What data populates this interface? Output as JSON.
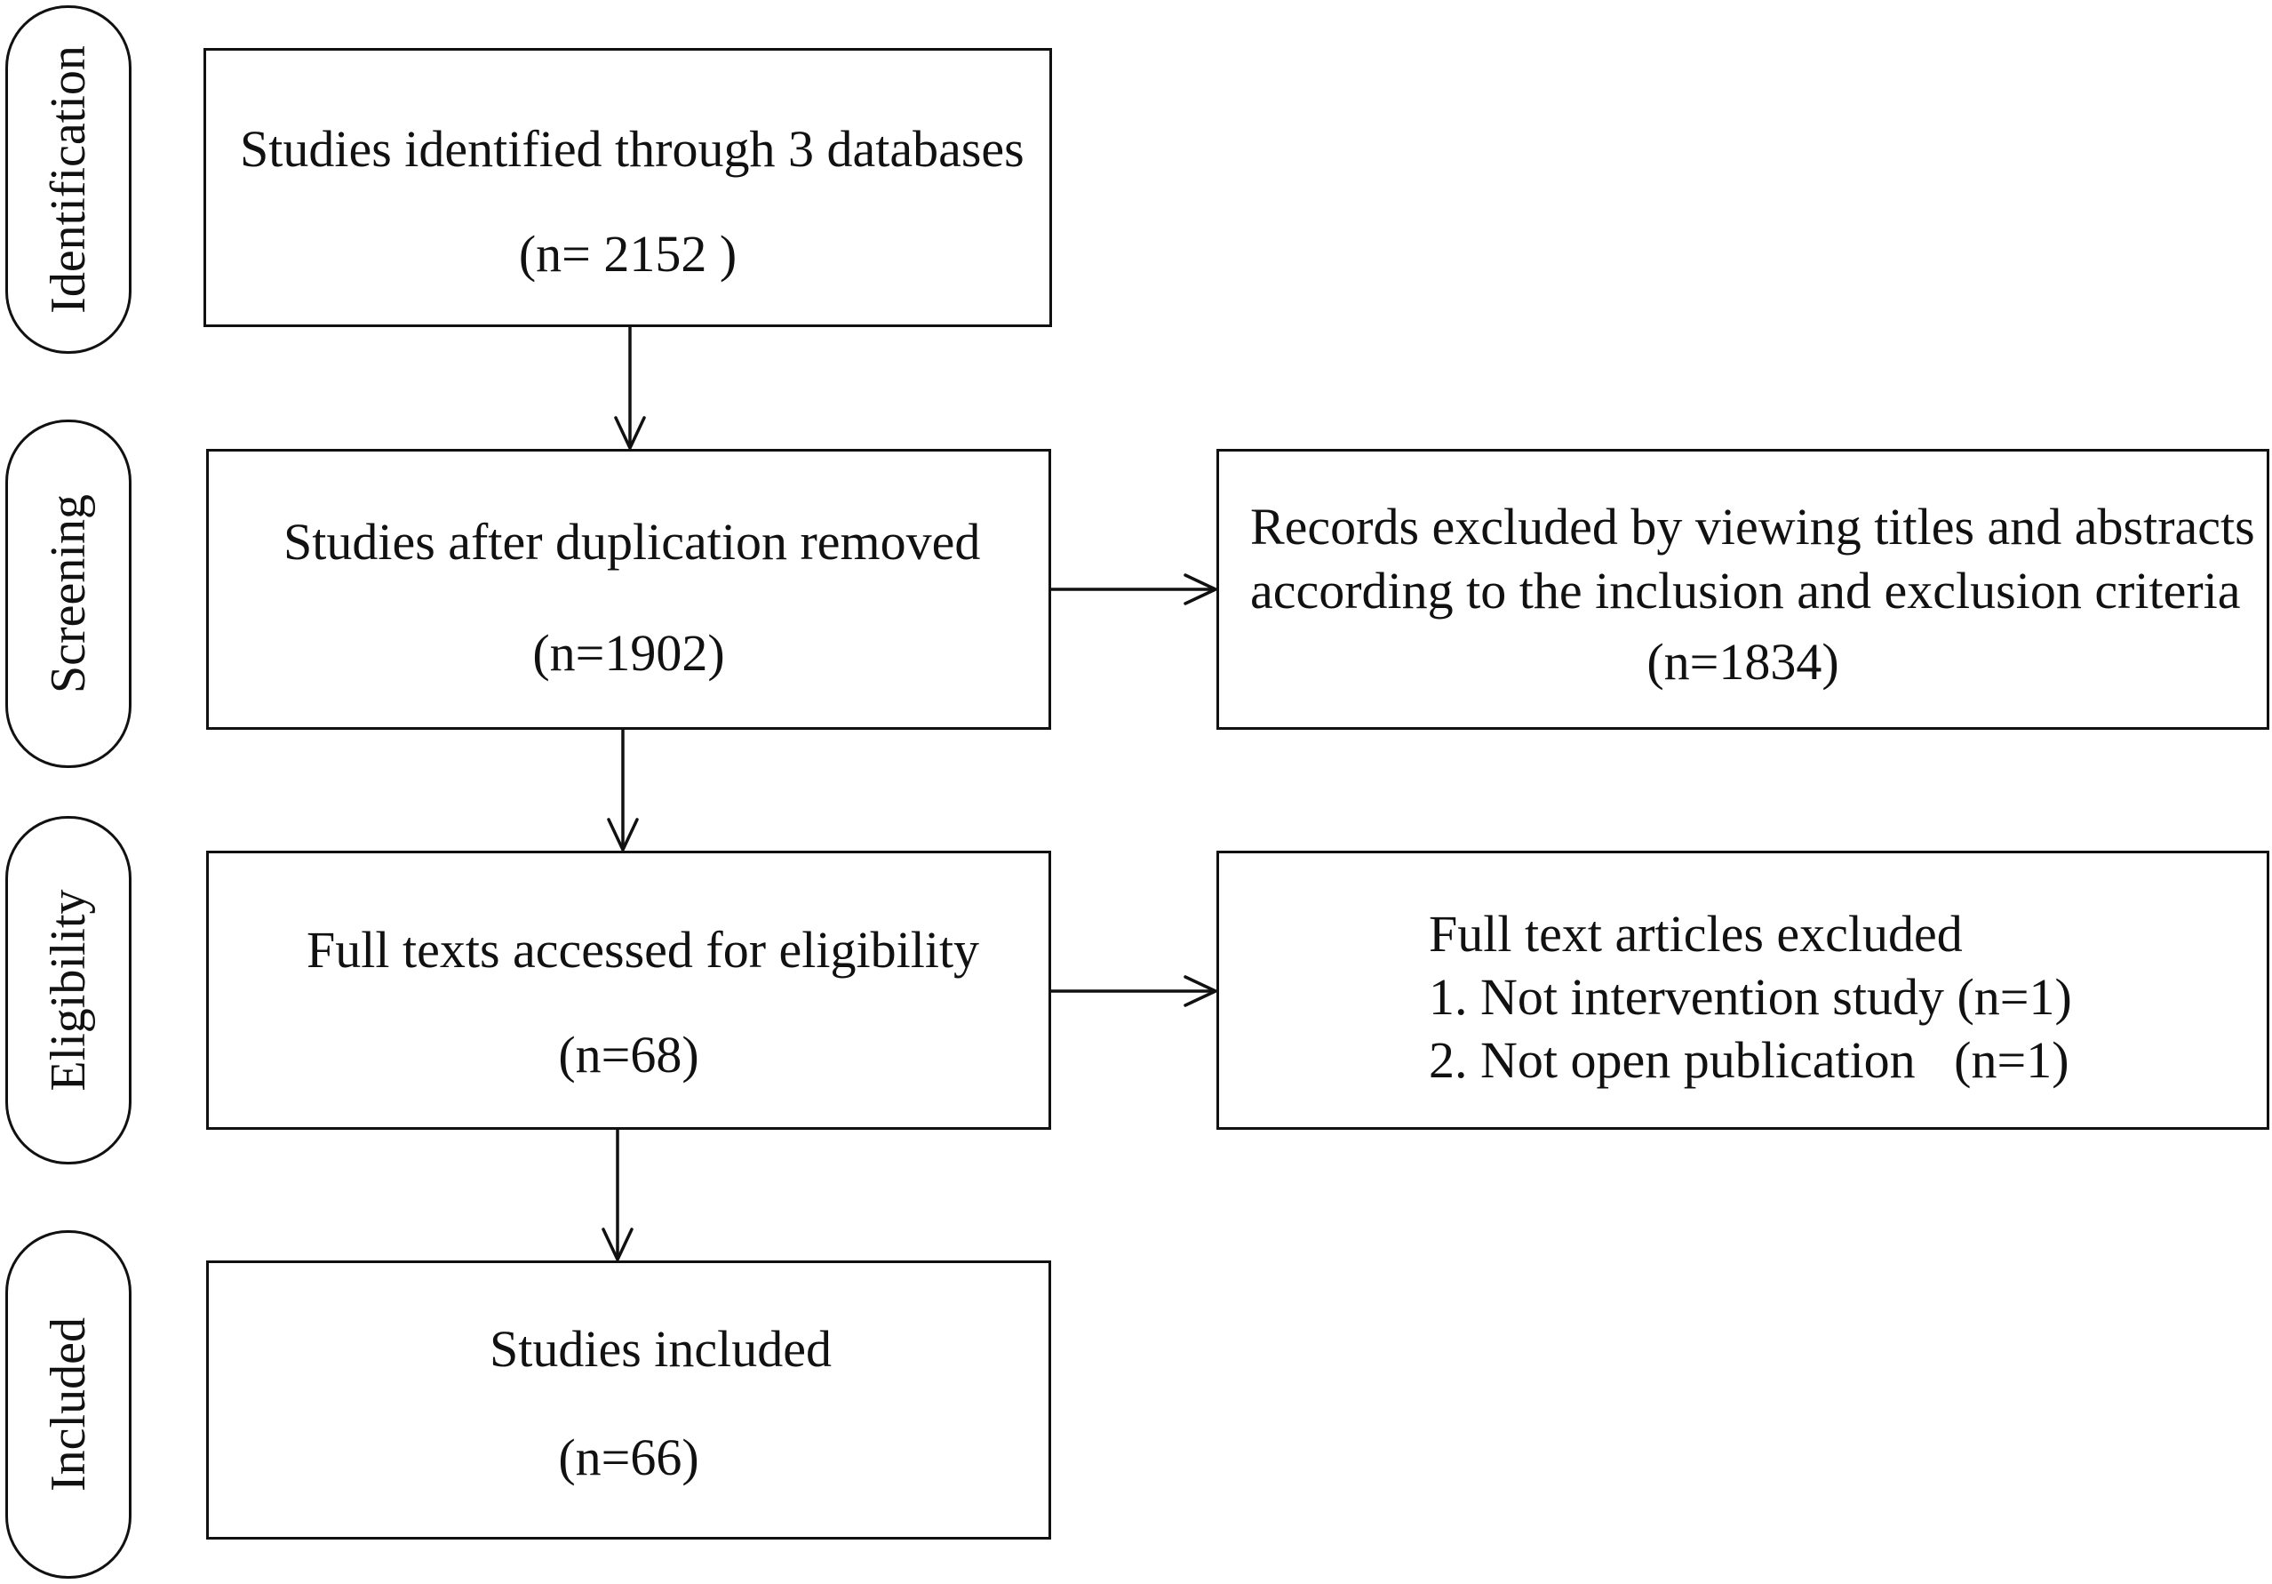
{
  "stages": {
    "identification": "Identification",
    "screening": "Screening",
    "eligibility": "Eligibility",
    "included": "Included"
  },
  "boxes": {
    "identified": {
      "line1": "Studies identified through 3 databases",
      "line2": "(n= 2152 )"
    },
    "after_duplication": {
      "line1": "Studies after duplication removed",
      "line2": "(n=1902)"
    },
    "records_excluded": {
      "line1": "Records excluded by viewing titles and abstracts",
      "line2": "according to the inclusion and exclusion criteria",
      "line3": "(n=1834)"
    },
    "full_texts": {
      "line1": "Full texts accessed for eligibility",
      "line2": "(n=68)"
    },
    "full_text_excluded": {
      "line1": "Full text articles excluded",
      "line2": "1. Not intervention study (n=1)",
      "line3": "2. Not open publication   (n=1)"
    },
    "included": {
      "line1": "Studies included",
      "line2": "(n=66)"
    }
  },
  "colors": {
    "stroke": "#111111",
    "background": "#ffffff"
  }
}
